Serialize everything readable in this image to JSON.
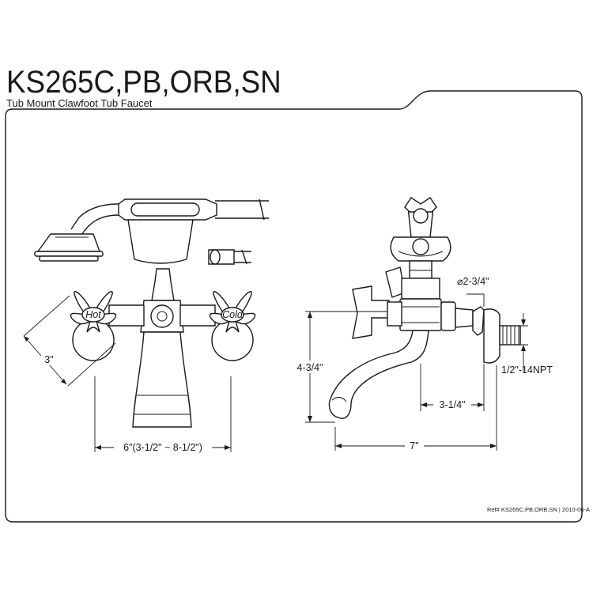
{
  "header": {
    "model": "KS265C,PB,ORB,SN",
    "description": "Tub Mount Clawfoot Tub Faucet"
  },
  "front_view": {
    "dim_handle_spacing": "6\"(3-1/2\" ~ 8-1/2\")",
    "dim_diagonal": "3\"",
    "label_hot": "Hot",
    "label_cold": "Cold"
  },
  "side_view": {
    "dim_diameter": "⌀2-3/4\"",
    "dim_height": "4-3/4\"",
    "dim_offset": "3-1/4\"",
    "dim_length": "7\"",
    "dim_thread": "1/2\"-14NPT"
  },
  "footer": {
    "reference": "Ref# KS265C,PB,ORB,SN | 2010-06-A"
  }
}
